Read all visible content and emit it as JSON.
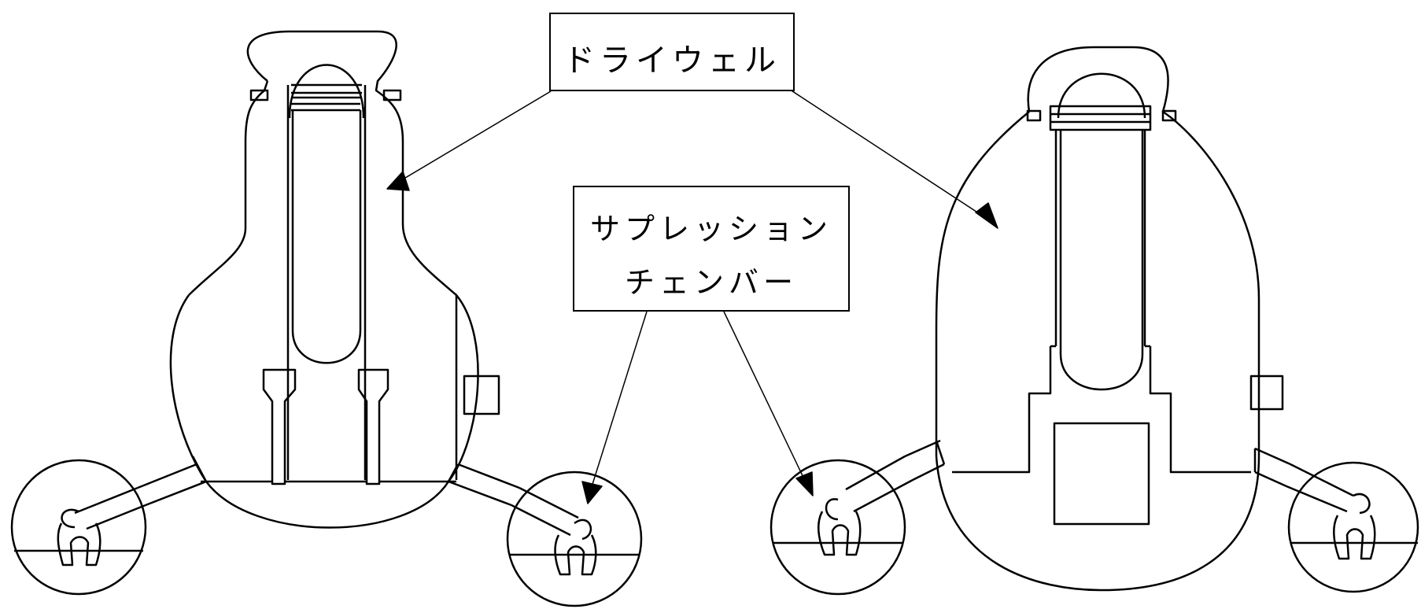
{
  "labels": {
    "drywell": "ドライウェル",
    "suppression_line1": "サプレッション",
    "suppression_line2": "チェンバー"
  },
  "colors": {
    "stroke": "#000000",
    "background": "#ffffff"
  }
}
